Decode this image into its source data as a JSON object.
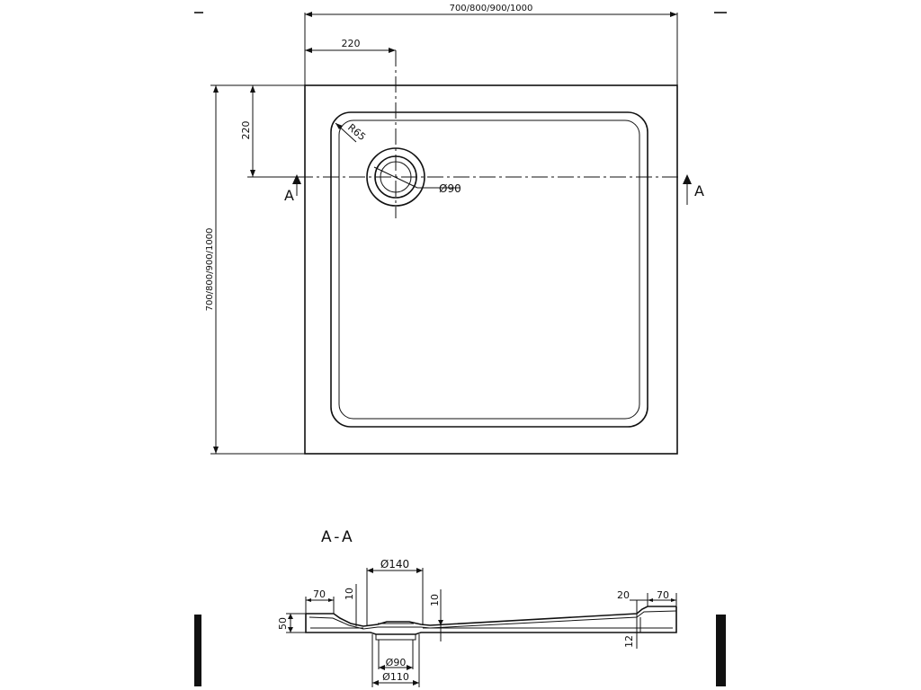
{
  "plan": {
    "width_label": "700/800/900/1000",
    "height_label": "700/800/900/1000",
    "drain_x_offset": "220",
    "drain_y_offset": "220",
    "corner_radius": "R65",
    "drain_diameter": "Ø90",
    "section_marker_left": "A",
    "section_marker_right": "A"
  },
  "section": {
    "title": "A-A",
    "top_opening": "Ø140",
    "bottom_outer": "Ø110",
    "bottom_inner": "Ø90",
    "rim_width_left": "70",
    "rim_width_right": "70",
    "height": "50",
    "step_left": "10",
    "step_center": "10",
    "step_right": "20",
    "floor_thickness": "12"
  }
}
